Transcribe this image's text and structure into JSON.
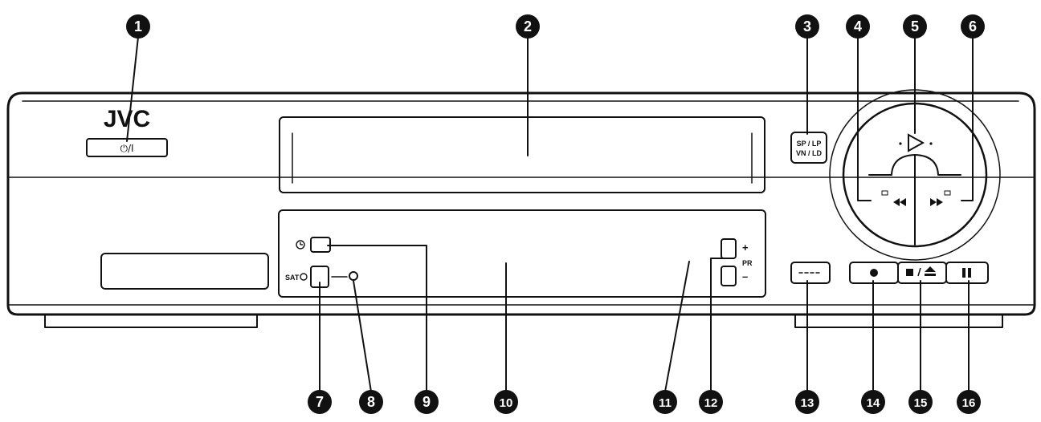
{
  "brand": "JVC",
  "power_label": "⏻/I",
  "sp_lp_label_top": "SP / LP",
  "sp_lp_label_bottom": "VN / LD",
  "timer_sat_label": "SAT",
  "pr_plus": "+",
  "pr_label": "PR",
  "pr_minus": "–",
  "callouts": [
    "1",
    "2",
    "3",
    "4",
    "5",
    "6",
    "7",
    "8",
    "9",
    "10",
    "11",
    "12",
    "13",
    "14",
    "15",
    "16"
  ],
  "colors": {
    "ink": "#111111",
    "background": "#ffffff"
  },
  "icons": {
    "power": "power-icon",
    "play": "play-icon",
    "rewind": "rewind-icon",
    "fast_forward": "fast-forward-icon",
    "record": "record-icon",
    "stop_eject": "stop-eject-icon",
    "pause": "pause-icon",
    "clock": "clock-icon"
  }
}
